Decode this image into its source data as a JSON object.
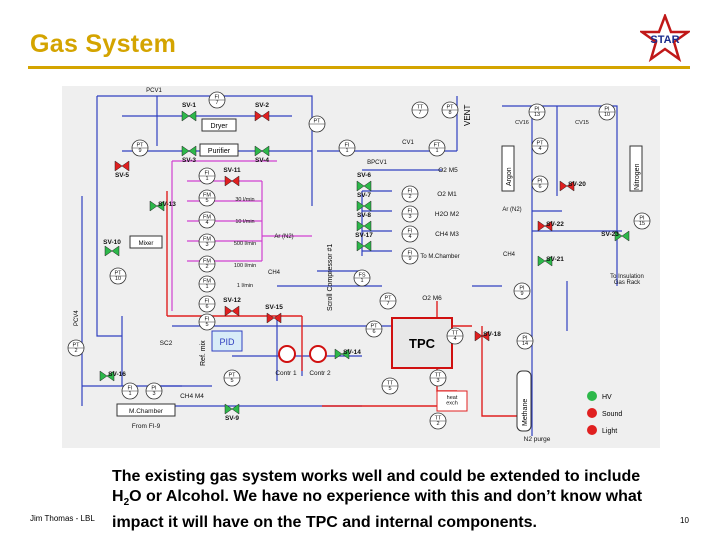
{
  "slide": {
    "title": "Gas System",
    "author": "Jim Thomas - LBL",
    "page_number": "10",
    "body_line1": "The existing gas system works well and could be extended to include",
    "body_line2_pre": "H",
    "body_line2_sub": "2",
    "body_line2_post": "O or Alcohol.  We have no experience with this and don’t know what",
    "body_line3": "impact it will have on the TPC and internal components."
  },
  "logo": {
    "text": "STAR"
  },
  "diagram": {
    "colors": {
      "accent": "#d4a400",
      "valve_green": "#2db84a",
      "valve_red": "#e02020",
      "pipe_blue": "#3040c0",
      "pipe_red": "#e02020",
      "pipe_pink": "#d040d0"
    },
    "labels": {
      "pcv1": "PCV1",
      "fi7": "FI\n7",
      "sv1": "SV-1",
      "sv2": "SV-2",
      "dryer": "Dryer",
      "pt_top": "PT",
      "tt7": "TT\n7",
      "pt8": "PT\n8",
      "vent": "VENT",
      "pi13": "PI\n13",
      "pi10": "PI\n10",
      "cv16": "CV16",
      "cv15": "CV15",
      "pt9": "PT\n9",
      "purifier": "Purifier",
      "sv3": "SV-3",
      "sv4": "SV-4",
      "sv5": "SV-5",
      "bpcv1": "BPCV1",
      "cv1": "CV1",
      "fi1": "FI\n1",
      "ft1": "FT\n1",
      "o2m5": "O2  M5",
      "pt4": "PT\n4",
      "argon": "Argon",
      "nitrogen": "Nitrogen",
      "fi1b": "FI\n1",
      "sv11": "SV-11",
      "sv13": "SV-13",
      "fm5": "FM\n5",
      "fm4": "FM\n4",
      "fm3": "FM\n3",
      "fm2": "FM\n2",
      "fm1": "FM\n1",
      "flow30": "30 l/min",
      "flow10": "10 l/min",
      "flow500": "500 l/min",
      "flow100": "100 l/min",
      "flow1": "1 l/min",
      "ar_n2": "Ar (N2)",
      "ch4": "CH4",
      "mixer": "Mixer",
      "sv10": "SV-10",
      "pt10": "PT\n10",
      "scroll": "Scroll Compressor #1",
      "sv6": "SV-6",
      "sv7": "SV-7",
      "sv8": "SV-8",
      "sv17": "SV-17",
      "fi2": "FI\n2",
      "fi3": "FI\n3",
      "fi4": "FI\n4",
      "fi9": "FI\n9",
      "o2m1": "O2  M1",
      "h2om2": "H2O M2",
      "ch4m3": "CH4 M3",
      "tomch": "To M.Chamber",
      "pi6": "PI\n6",
      "sv20": "SV-20",
      "ar_n2_r": "Ar (N2)",
      "sv22": "SV-22",
      "ch4_r": "CH4",
      "sv23": "SV-23",
      "pi15": "PI\n15",
      "sv21": "SV-21",
      "to_ins": "To Insulation\nGas Rack",
      "pi9": "PI\n9",
      "fs1": "FS\n1",
      "pt7": "PT\n7",
      "o2m6": "O2  M6",
      "fi6": "FI\n6",
      "sv12": "SV-12",
      "fi5": "FI\n5",
      "sv15": "SV-15",
      "pcv4": "PCV4",
      "pt2": "PT\n2",
      "sv16": "SV-16",
      "sc2": "SC2",
      "pid": "PID",
      "refmix": "Ref. mix",
      "pt6": "PT\n6",
      "tpc": "TPC",
      "tt4": "TT\n4",
      "sv18": "SV-18",
      "pi14": "PI\n14",
      "contr1": "Contr 1",
      "contr2": "Contr 2",
      "sv14": "SV-14",
      "fi1c": "FI\n1",
      "pi3": "PI\n3",
      "ch4m4": "CH4 M4",
      "pt5": "PT\n5",
      "tt3": "TT\n3",
      "tt5": "TT\n5",
      "heat": "heat\nexch",
      "tt2": "TT\n2",
      "mchamber": "M.Chamber",
      "from_fi9": "From FI-9",
      "sv9": "SV-9",
      "methane": "Methane",
      "n2purge": "N2 purge",
      "hv": "HV",
      "sound": "Sound",
      "light": "Light"
    }
  }
}
